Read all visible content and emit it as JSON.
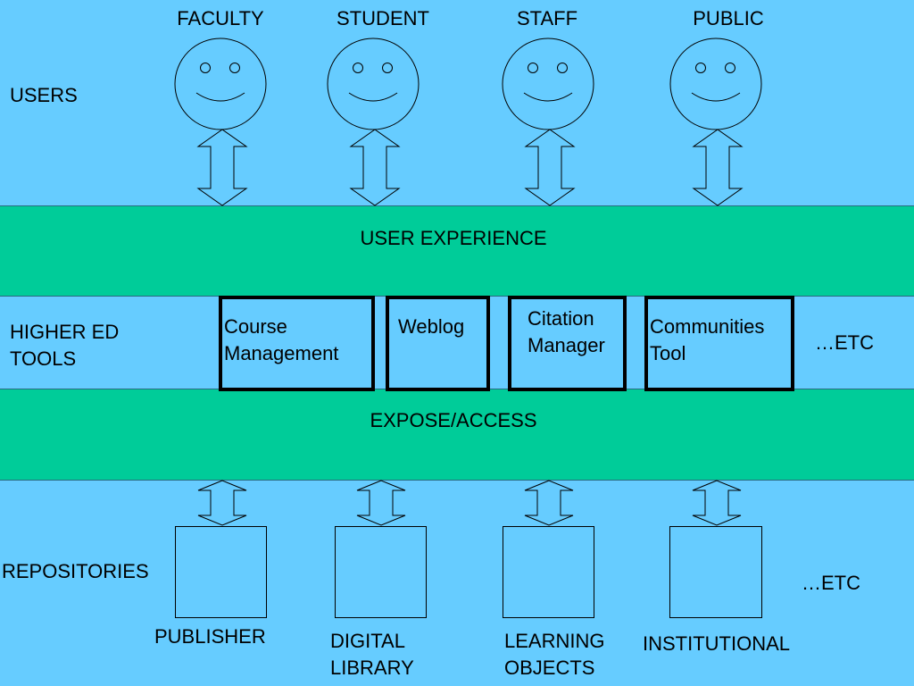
{
  "colors": {
    "background": "#66ccff",
    "band": "#00cc99",
    "line": "#000000"
  },
  "rows": {
    "users": "USERS",
    "user_experience": "USER EXPERIENCE",
    "higher_ed_tools": "HIGHER ED\nTOOLS",
    "expose_access": "EXPOSE/ACCESS",
    "repositories": "REPOSITORIES"
  },
  "users": [
    "FACULTY",
    "STUDENT",
    "STAFF",
    "PUBLIC"
  ],
  "tools": [
    "Course\nManagement",
    "Weblog",
    "Citation\nManager",
    "Communities\nTool"
  ],
  "tools_etc": "…ETC",
  "repositories": [
    "PUBLISHER",
    "DIGITAL\nLIBRARY",
    "LEARNING\nOBJECTS",
    "INSTITUTIONAL"
  ],
  "repositories_etc": "…ETC"
}
